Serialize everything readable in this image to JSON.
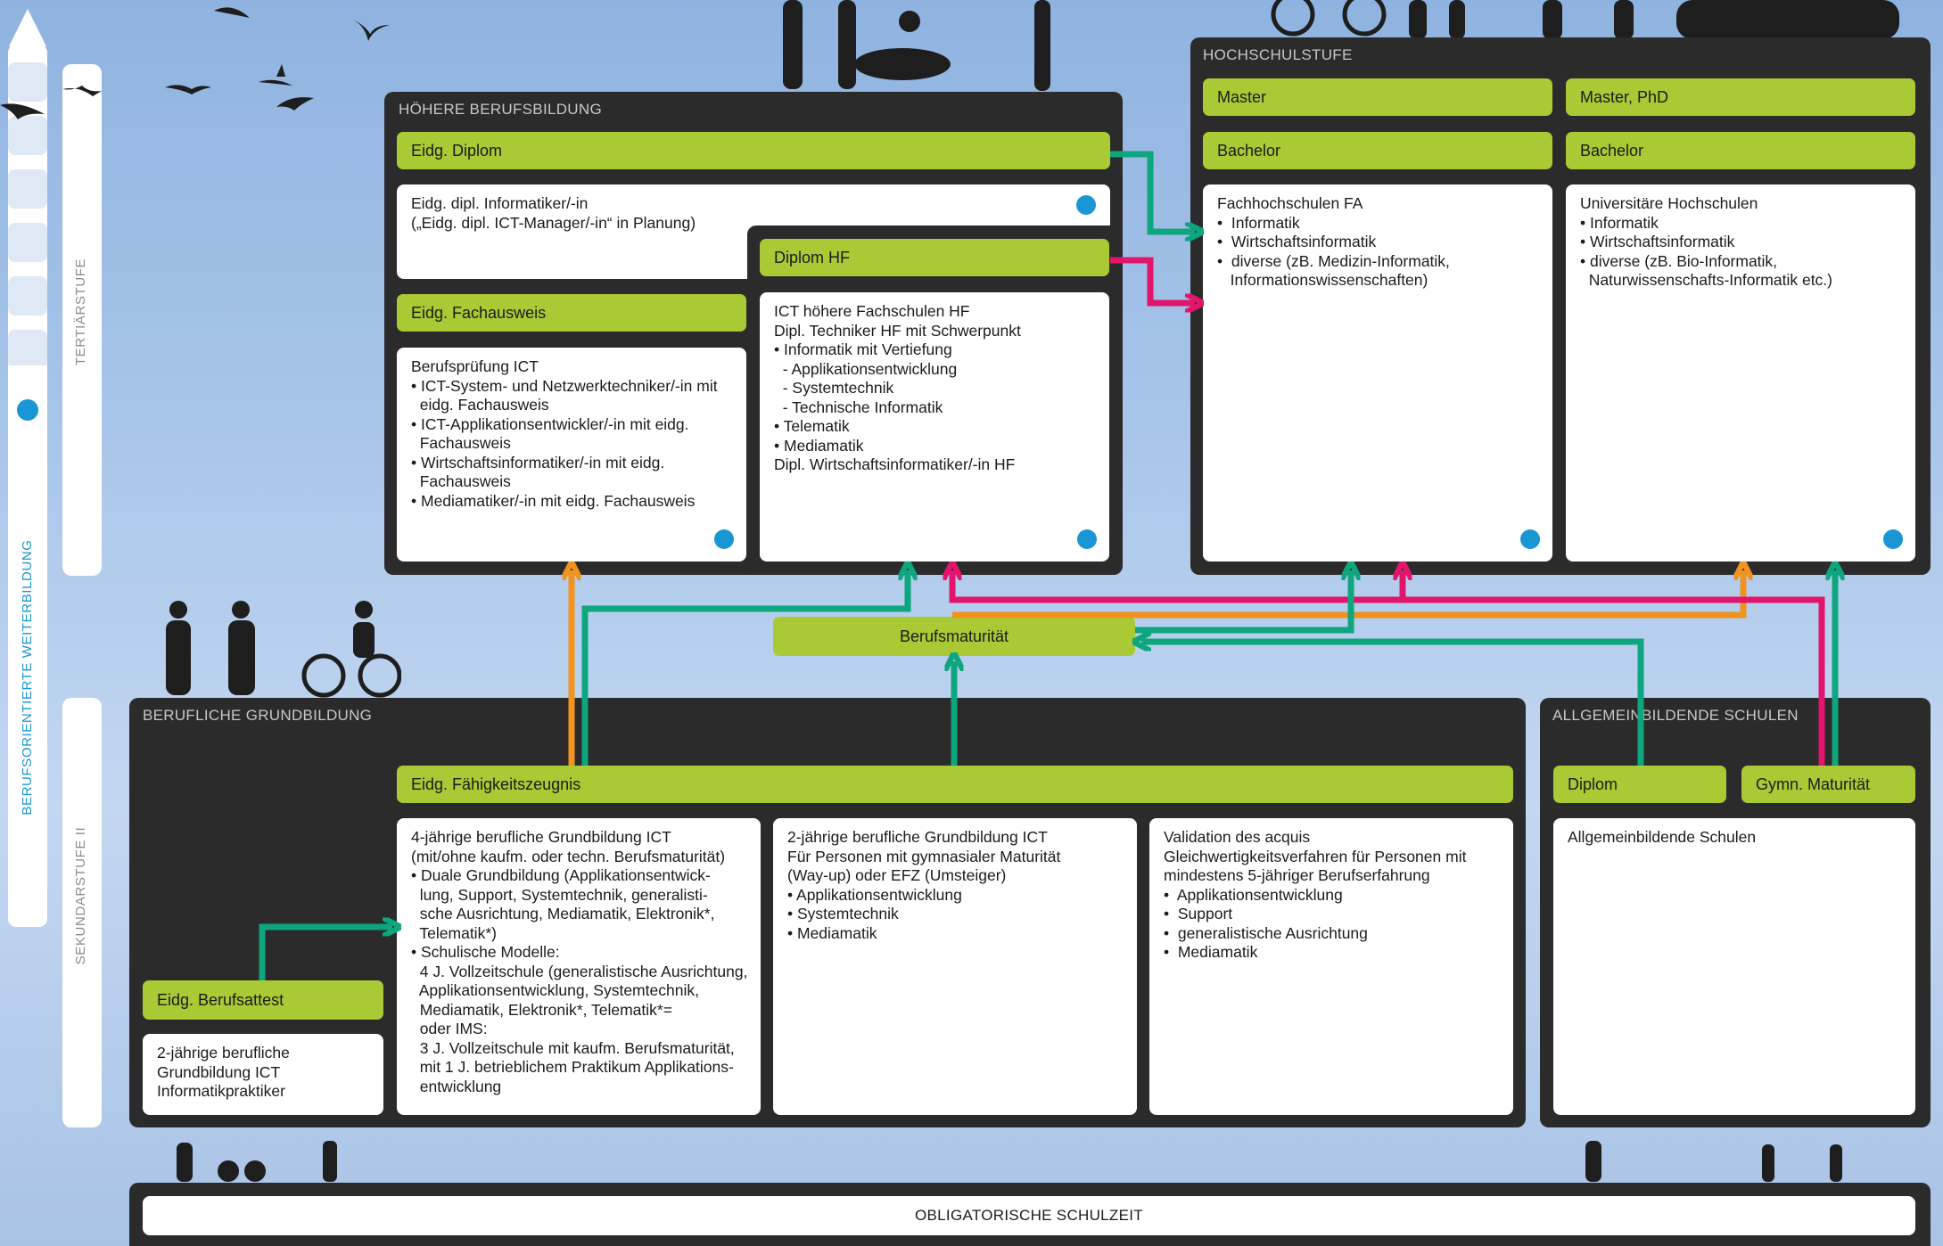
{
  "colors": {
    "panel": "#2b2b2b",
    "green_box": "#a9c935",
    "dot": "#1a96d4",
    "arrow_green": "#0fa57e",
    "arrow_pink": "#e2156d",
    "arrow_orange": "#f0931f"
  },
  "side": {
    "vertical_label": "BERUFSORIENTIERTE WEITERBILDUNG",
    "tertiary_label": "TERTIÄRSTUFE",
    "secondary_label": "SEKUNDARSTUFE II"
  },
  "higher_vocational": {
    "title": "HÖHERE BERUFSBILDUNG",
    "diploma": "Eidg. Diplom",
    "diploma_box": [
      "Eidg. dipl. Informatiker/-in",
      "(„Eidg. dipl. ICT-Manager/-in“ in Planung)"
    ],
    "federal_certificate": "Eidg. Fachausweis",
    "exam_box": [
      "Berufsprüfung ICT",
      "• ICT-System- und Netzwerktechniker/-in mit",
      "  eidg. Fachausweis",
      "• ICT-Applikationsentwickler/-in mit eidg.",
      "  Fachausweis",
      "• Wirtschaftsinformatiker/-in mit eidg.",
      "  Fachausweis",
      "• Mediamatiker/-in mit eidg. Fachausweis"
    ],
    "hf_label": "Diplom HF",
    "hf_box": [
      "ICT höhere Fachschulen HF",
      "Dipl. Techniker HF mit Schwerpunkt",
      "• Informatik mit Vertiefung",
      "  - Applikationsentwicklung",
      "  - Systemtechnik",
      "  - Technische Informatik",
      "• Telematik",
      "• Mediamatik",
      "Dipl. Wirtschaftsinformatiker/-in HF"
    ]
  },
  "university_level": {
    "title": "HOCHSCHULSTUFE",
    "fh_master": "Master",
    "fh_bachelor": "Bachelor",
    "fh_box": [
      "Fachhochschulen FA",
      "•  Informatik",
      "•  Wirtschaftsinformatik",
      "•  diverse (zB. Medizin-Informatik,",
      "   Informationswissenschaften)"
    ],
    "uni_master": "Master, PhD",
    "uni_bachelor": "Bachelor",
    "uni_box": [
      "Universitäre Hochschulen",
      "• Informatik",
      "• Wirtschaftsinformatik",
      "• diverse (zB. Bio-Informatik,",
      "  Naturwissenschafts-Informatik etc.)"
    ]
  },
  "berufsmaturitaet": "Berufsmaturität",
  "basic_vocational": {
    "title": "BERUFLICHE GRUNDBILDUNG",
    "efz": "Eidg. Fähigkeitszeugnis",
    "attest": "Eidg. Berufsattest",
    "attest_box": [
      "2-jährige berufliche",
      "Grundbildung ICT",
      "Informatikpraktiker"
    ],
    "box4y": [
      "4-jährige berufliche Grundbildung ICT",
      "(mit/ohne kaufm. oder techn. Berufsmaturität)",
      "• Duale Grundbildung (Applikationsentwick-",
      "  lung, Support, Systemtechnik, generalisti-",
      "  sche Ausrichtung, Mediamatik, Elektronik*,",
      "  Telematik*)",
      "• Schulische Modelle:",
      "  4 J. Vollzeitschule (generalistische Ausrichtung,",
      "  Applikationsentwicklung, Systemtechnik,",
      "  Mediamatik, Elektronik*, Telematik*=",
      "  oder IMS:",
      "  3 J. Vollzeitschule mit kaufm. Berufsmaturität,",
      "  mit 1 J. betrieblichem Praktikum Applikations-",
      "  entwicklung"
    ],
    "box2y": [
      "2-jährige berufliche Grundbildung ICT",
      "Für Personen mit gymnasialer Maturität",
      "(Way-up) oder EFZ (Umsteiger)",
      "• Applikationsentwicklung",
      "• Systemtechnik",
      "• Mediamatik"
    ],
    "box_validation": [
      "Validation des acquis",
      "Gleichwertigkeitsverfahren für Personen mit",
      "mindestens 5-jähriger Berufserfahrung",
      "•  Applikationsentwicklung",
      "•  Support",
      "•  generalistische Ausrichtung",
      "•  Mediamatik"
    ]
  },
  "general_schools": {
    "title": "ALLGEMEINBILDENDE SCHULEN",
    "diploma": "Diplom",
    "matura": "Gymn. Maturität",
    "box": "Allgemeinbildende Schulen"
  },
  "compulsory": "OBLIGATORISCHE SCHULZEIT"
}
